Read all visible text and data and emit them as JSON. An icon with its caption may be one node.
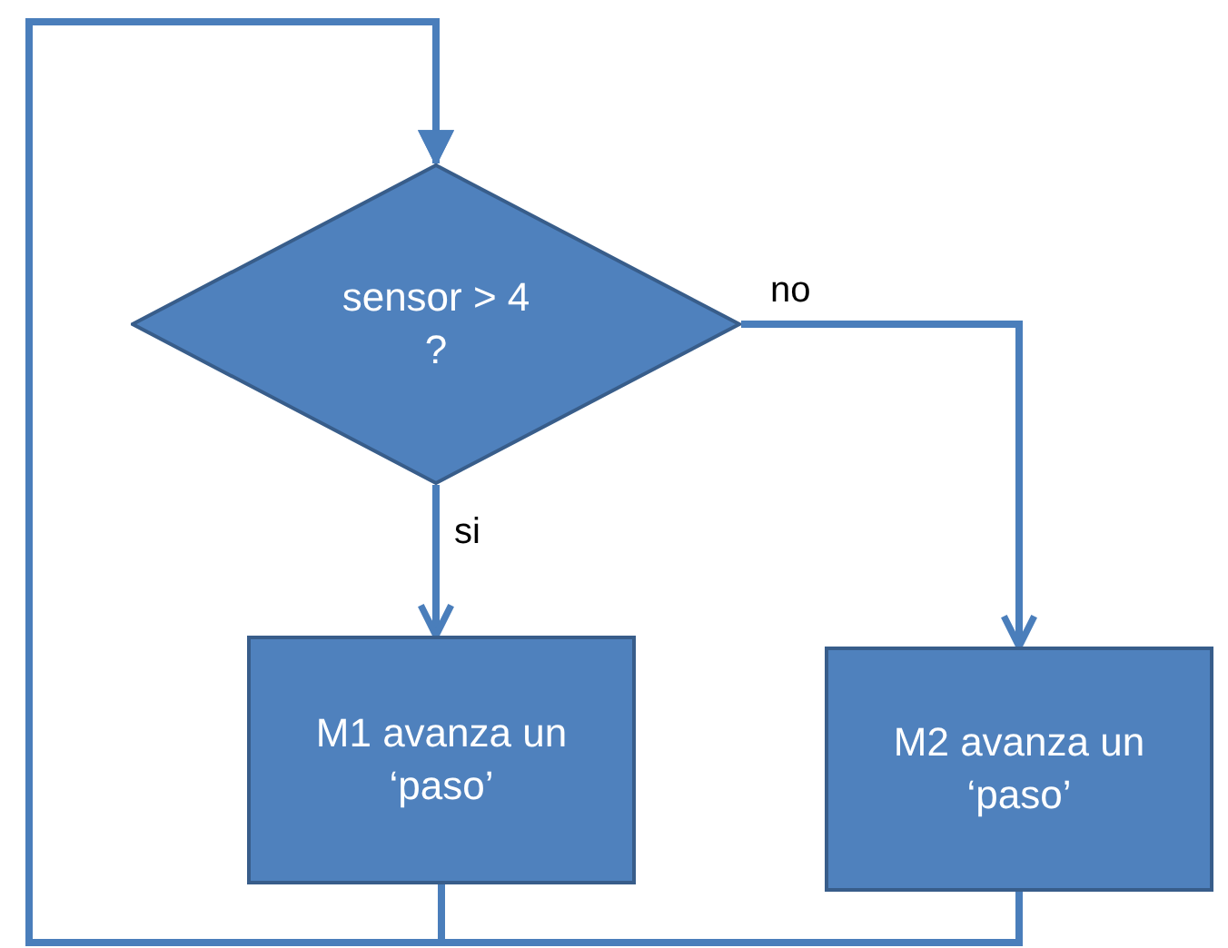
{
  "diagram": {
    "nodes": [
      {
        "text": [
          "sensor > 4 ?"
        ]
      },
      {
        "text": [
          "M1 avanza un ‘paso’"
        ]
      },
      {
        "text": [
          "M2 avanza un ‘paso’"
        ]
      }
    ],
    "edges": [
      {
        "from": 0,
        "to": 1,
        "arrow": "to",
        "label": "si"
      },
      {
        "from": 0,
        "to": 2,
        "arrow": "to",
        "label": "no"
      },
      {
        "from": 1,
        "to": 0,
        "arrow": "to"
      },
      {
        "from": 2,
        "to": 0,
        "arrow": "to"
      }
    ]
  }
}
